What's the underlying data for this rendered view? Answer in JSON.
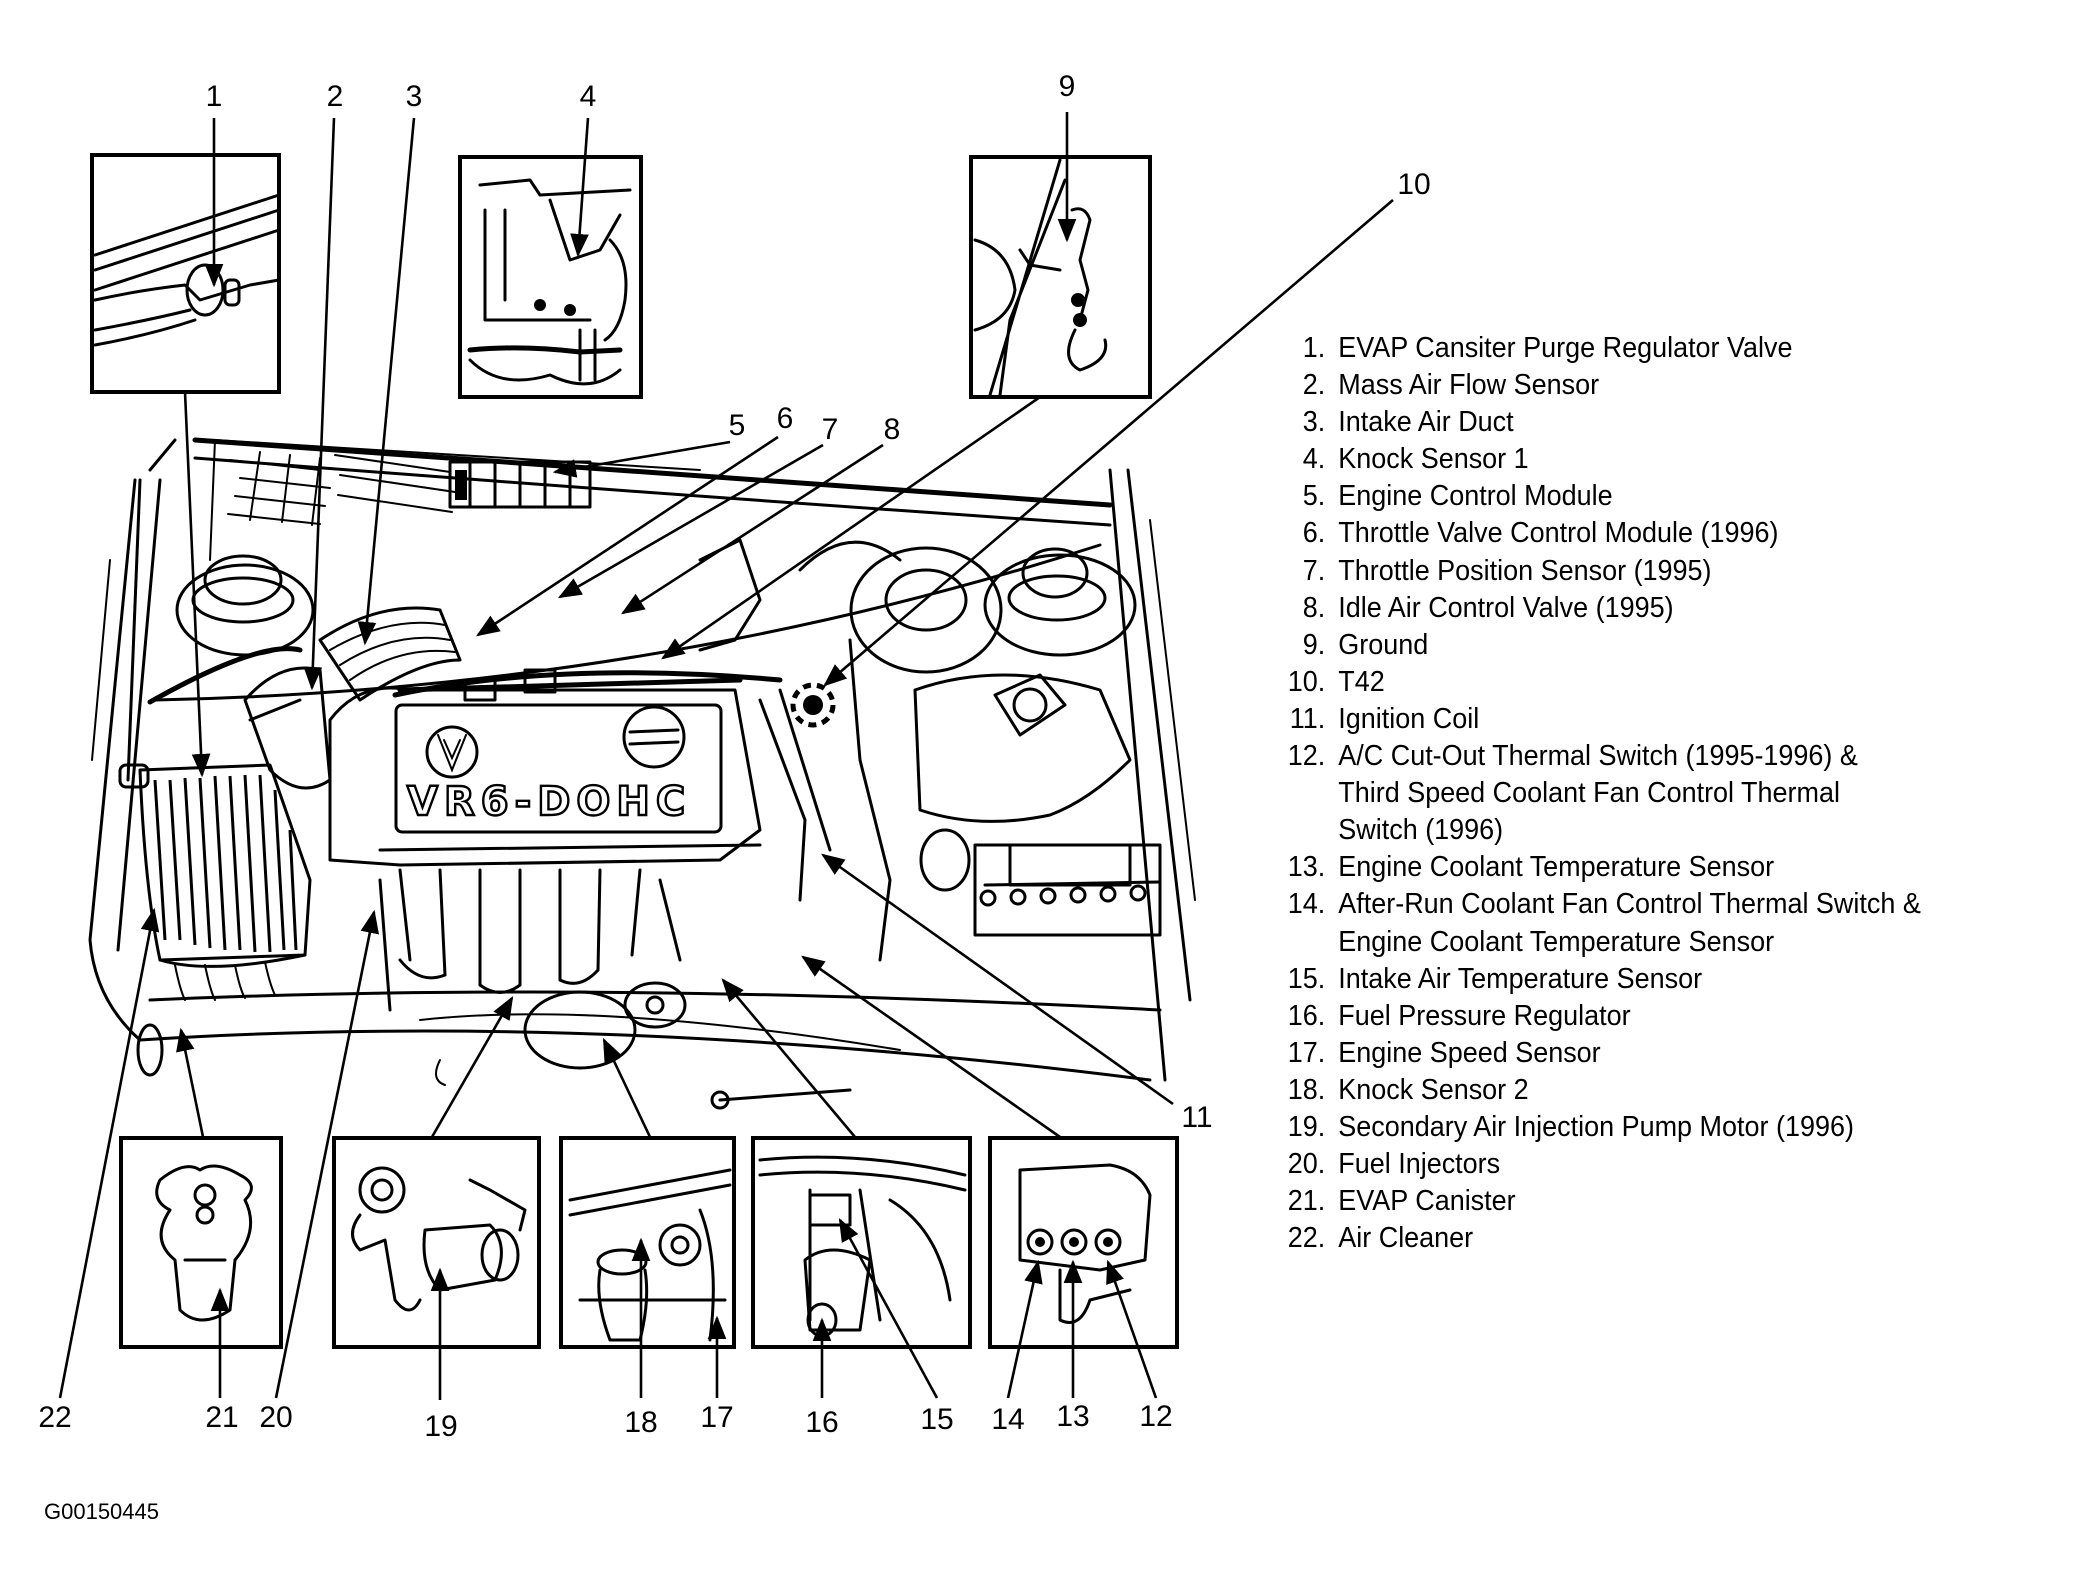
{
  "figure_id": "G00150445",
  "engine_cover": {
    "badge_text": "VR6-DOHC",
    "logo": "vw-logo-icon"
  },
  "callouts": [
    {
      "id": "1",
      "label": "1"
    },
    {
      "id": "2",
      "label": "2"
    },
    {
      "id": "3",
      "label": "3"
    },
    {
      "id": "4",
      "label": "4"
    },
    {
      "id": "5",
      "label": "5"
    },
    {
      "id": "6",
      "label": "6"
    },
    {
      "id": "7",
      "label": "7"
    },
    {
      "id": "8",
      "label": "8"
    },
    {
      "id": "9",
      "label": "9"
    },
    {
      "id": "10",
      "label": "10"
    },
    {
      "id": "11",
      "label": "11"
    },
    {
      "id": "12",
      "label": "12"
    },
    {
      "id": "13",
      "label": "13"
    },
    {
      "id": "14",
      "label": "14"
    },
    {
      "id": "15",
      "label": "15"
    },
    {
      "id": "16",
      "label": "16"
    },
    {
      "id": "17",
      "label": "17"
    },
    {
      "id": "18",
      "label": "18"
    },
    {
      "id": "19",
      "label": "19"
    },
    {
      "id": "20",
      "label": "20"
    },
    {
      "id": "21",
      "label": "21"
    },
    {
      "id": "22",
      "label": "22"
    }
  ],
  "legend": [
    {
      "num": "1.",
      "lines": [
        "EVAP Cansiter Purge Regulator Valve"
      ]
    },
    {
      "num": "2.",
      "lines": [
        "Mass Air Flow Sensor"
      ]
    },
    {
      "num": "3.",
      "lines": [
        "Intake Air Duct"
      ]
    },
    {
      "num": "4.",
      "lines": [
        "Knock Sensor 1"
      ]
    },
    {
      "num": "5.",
      "lines": [
        "Engine Control Module"
      ]
    },
    {
      "num": "6.",
      "lines": [
        "Throttle Valve Control Module (1996)"
      ]
    },
    {
      "num": "7.",
      "lines": [
        "Throttle Position Sensor (1995)"
      ]
    },
    {
      "num": "8.",
      "lines": [
        "Idle Air Control Valve (1995)"
      ]
    },
    {
      "num": "9.",
      "lines": [
        "Ground"
      ]
    },
    {
      "num": "10.",
      "lines": [
        "T42"
      ]
    },
    {
      "num": "11.",
      "lines": [
        "Ignition Coil"
      ]
    },
    {
      "num": "12.",
      "lines": [
        "A/C Cut-Out Thermal Switch (1995-1996) &",
        "Third Speed Coolant Fan Control Thermal",
        "Switch (1996)"
      ]
    },
    {
      "num": "13.",
      "lines": [
        "Engine Coolant Temperature Sensor"
      ]
    },
    {
      "num": "14.",
      "lines": [
        "After-Run Coolant Fan Control Thermal Switch &",
        "Engine Coolant Temperature Sensor"
      ]
    },
    {
      "num": "15.",
      "lines": [
        "Intake Air Temperature Sensor"
      ]
    },
    {
      "num": "16.",
      "lines": [
        "Fuel Pressure Regulator"
      ]
    },
    {
      "num": "17.",
      "lines": [
        "Engine Speed Sensor"
      ]
    },
    {
      "num": "18.",
      "lines": [
        "Knock Sensor 2"
      ]
    },
    {
      "num": "19.",
      "lines": [
        "Secondary Air Injection Pump Motor (1996)"
      ]
    },
    {
      "num": "20.",
      "lines": [
        "Fuel Injectors"
      ]
    },
    {
      "num": "21.",
      "lines": [
        "EVAP Canister"
      ]
    },
    {
      "num": "22.",
      "lines": [
        "Air Cleaner"
      ]
    }
  ]
}
